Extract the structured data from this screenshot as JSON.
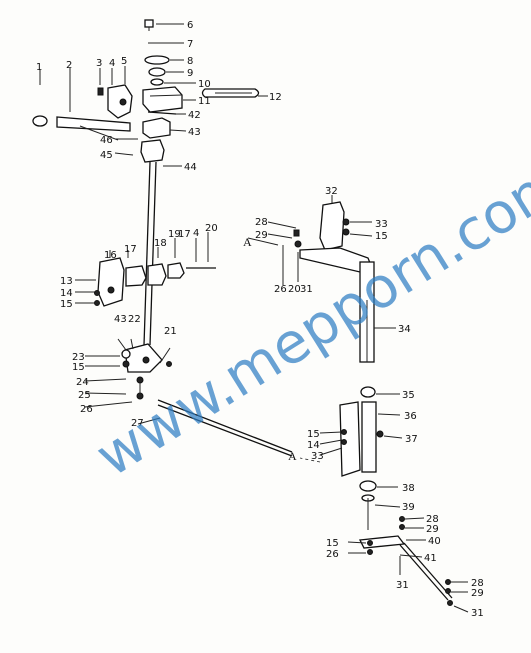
{
  "figure": {
    "section_marks": [
      "A",
      "A"
    ],
    "watermark": "www.mepporn.com",
    "callouts": [
      "6",
      "7",
      "8",
      "9",
      "10",
      "11",
      "12",
      "42",
      "43",
      "1",
      "2",
      "3",
      "4",
      "5",
      "46",
      "45",
      "44",
      "20",
      "4",
      "17",
      "19",
      "18",
      "17",
      "16",
      "13",
      "14",
      "15",
      "21",
      "22",
      "43",
      "23",
      "15",
      "24",
      "25",
      "26",
      "27",
      "32",
      "28",
      "29",
      "33",
      "15",
      "26",
      "20",
      "31",
      "34",
      "35",
      "36",
      "15",
      "14",
      "33",
      "37",
      "38",
      "39",
      "28",
      "29",
      "40",
      "15",
      "26",
      "41",
      "31",
      "28",
      "29",
      "31"
    ]
  }
}
